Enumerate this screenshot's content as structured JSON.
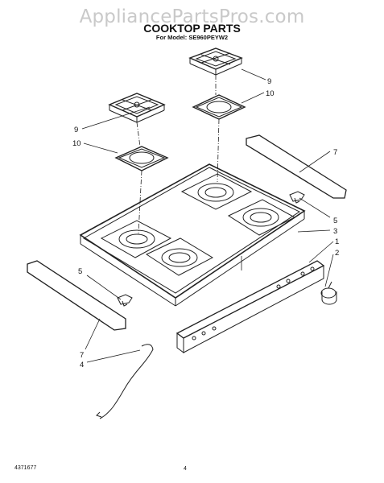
{
  "watermark": "AppliancePartsPros.com",
  "title": "COOKTOP PARTS",
  "subtitle": "For Model: SE960PEYW2",
  "footer": {
    "doc_number": "4371677",
    "page": "4"
  },
  "callouts": [
    "9",
    "10",
    "9",
    "10",
    "7",
    "5",
    "3",
    "1",
    "2",
    "5",
    "7",
    "4"
  ]
}
